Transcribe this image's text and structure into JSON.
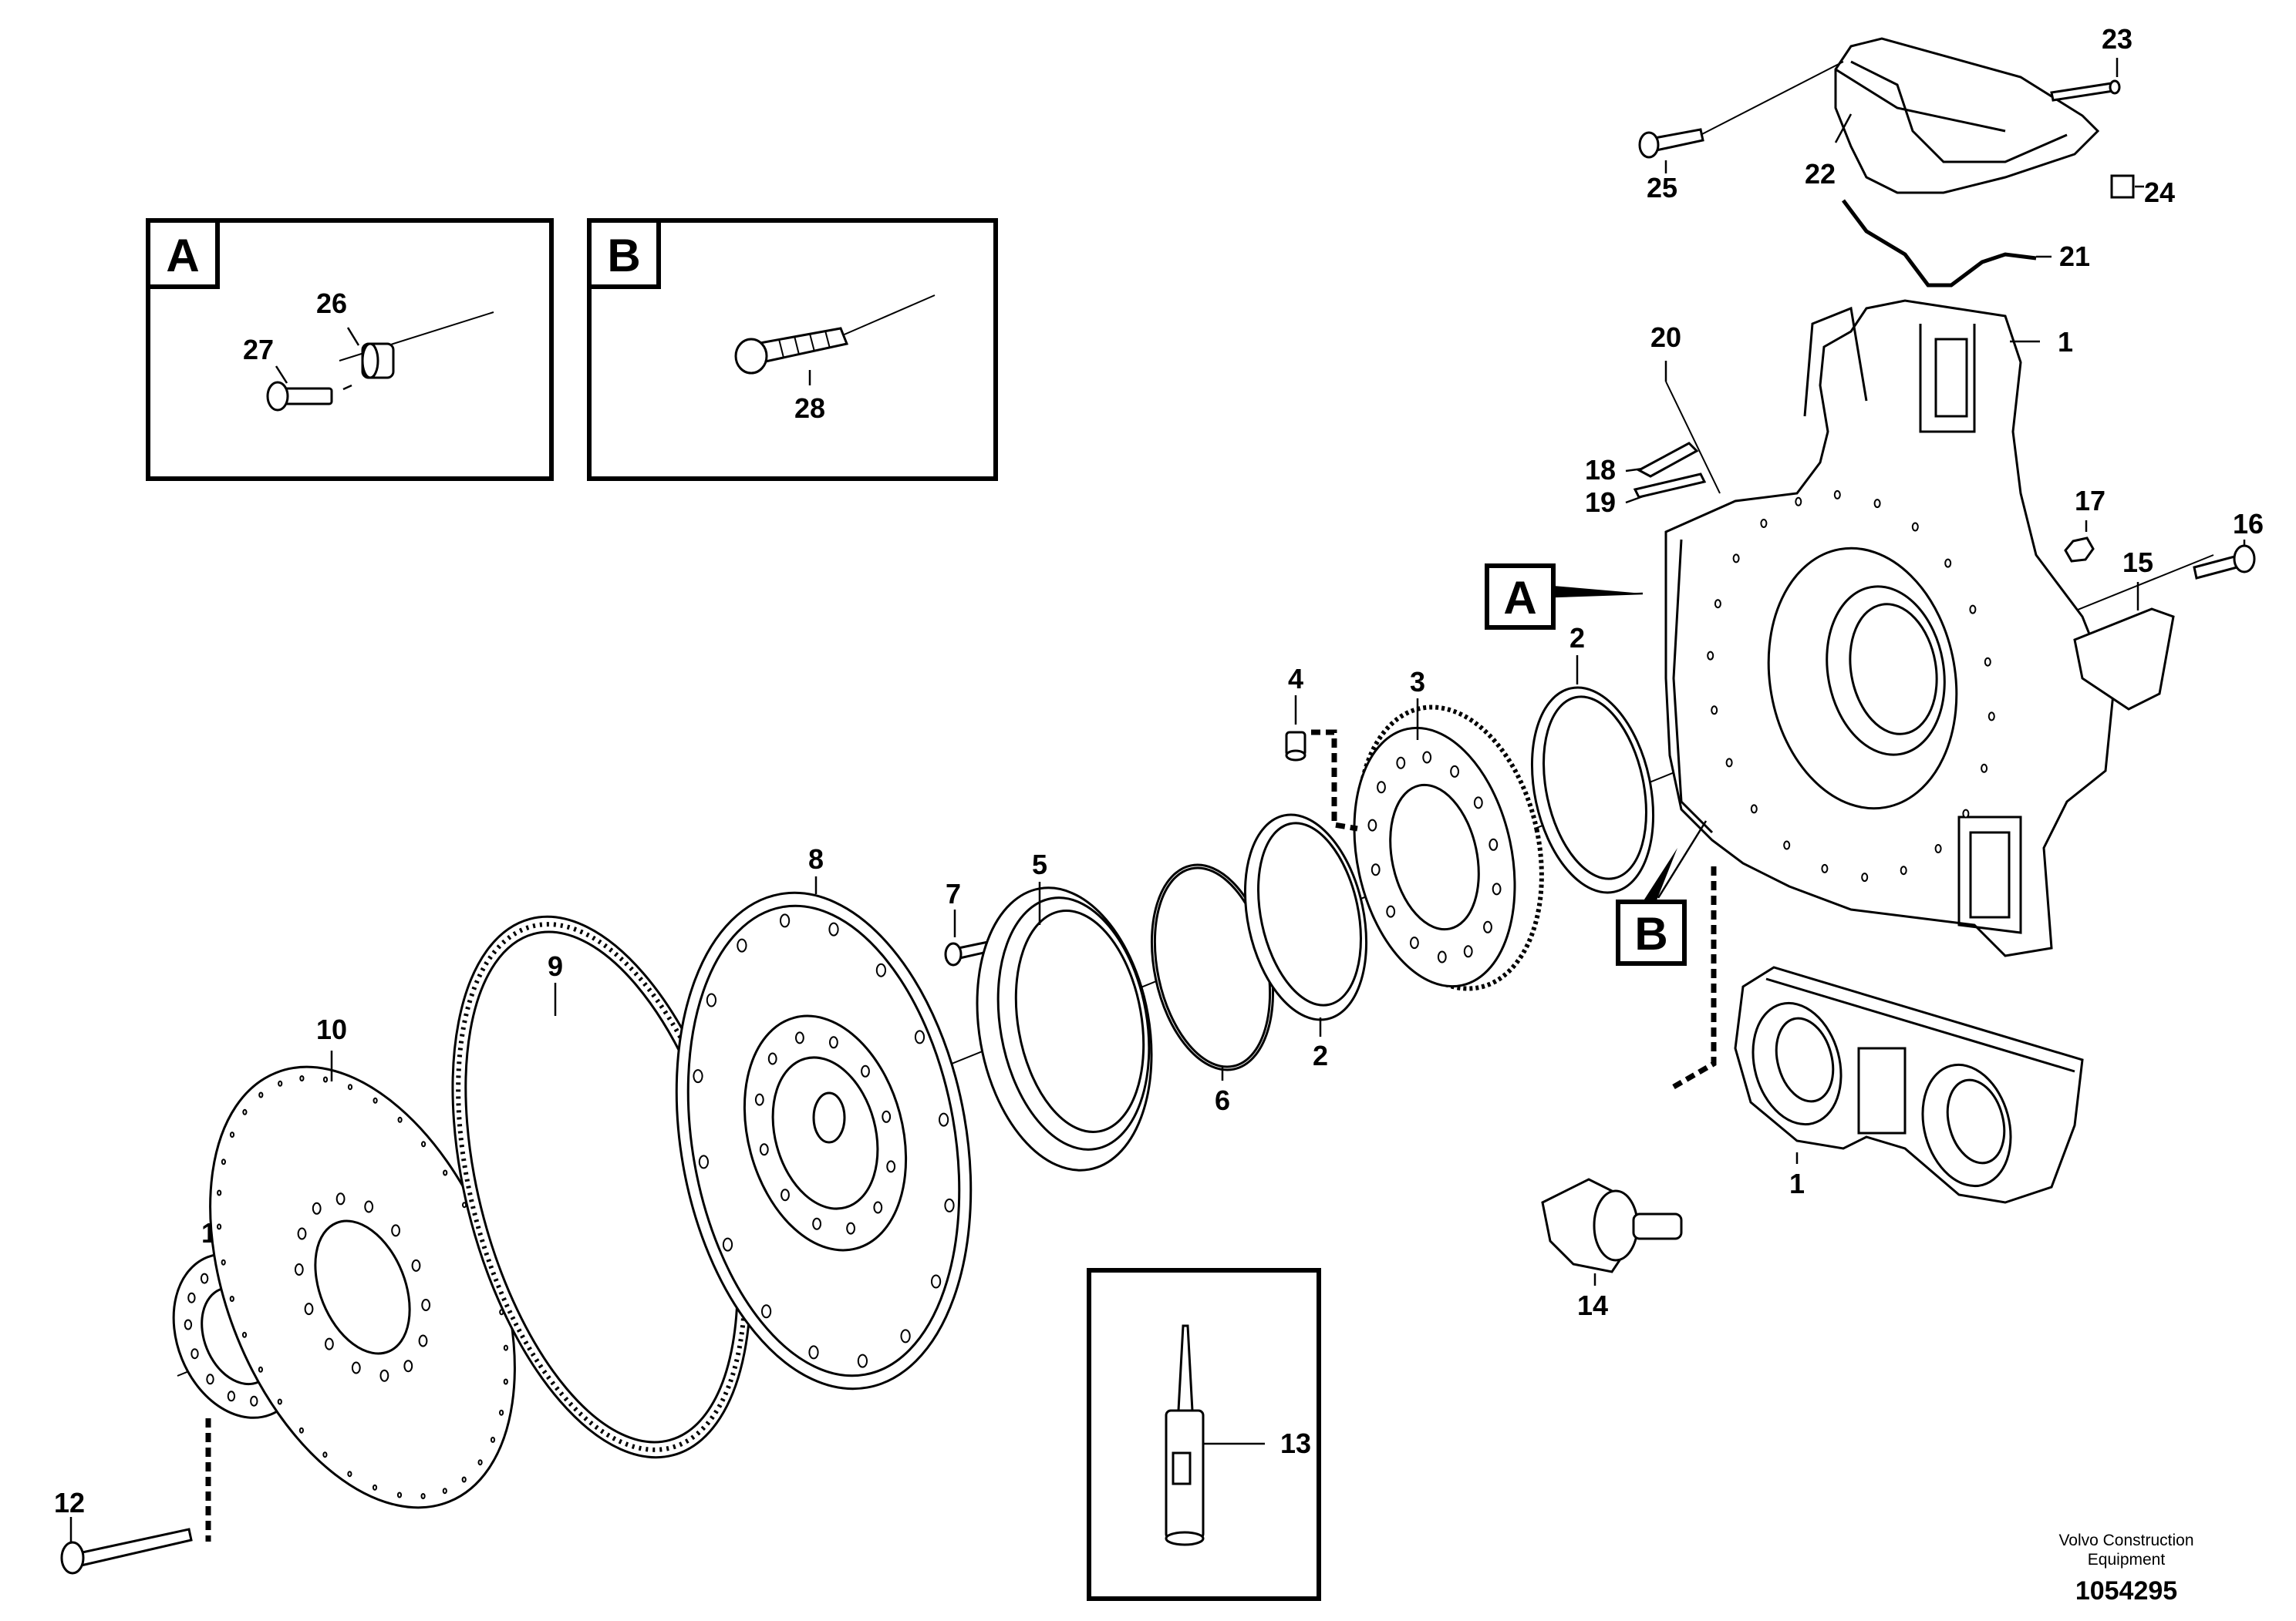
{
  "callouts": {
    "c1a": "1",
    "c1b": "1",
    "c2a": "2",
    "c2b": "2",
    "c3": "3",
    "c4": "4",
    "c5": "5",
    "c6": "6",
    "c7": "7",
    "c8": "8",
    "c9": "9",
    "c10": "10",
    "c11": "11",
    "c12": "12",
    "c13": "13",
    "c14": "14",
    "c15": "15",
    "c16": "16",
    "c17": "17",
    "c18": "18",
    "c19": "19",
    "c20": "20",
    "c21": "21",
    "c22": "22",
    "c23": "23",
    "c24": "24",
    "c25": "25",
    "c26": "26",
    "c27": "27",
    "c28": "28"
  },
  "detail_boxes": {
    "a_title": "A",
    "b_title": "B"
  },
  "view_markers": {
    "a": "A",
    "b": "B"
  },
  "footer": {
    "credit_line1": "Volvo Construction",
    "credit_line2": "Equipment",
    "drawing_number": "1054295"
  }
}
